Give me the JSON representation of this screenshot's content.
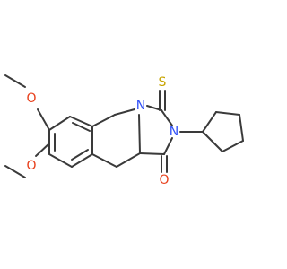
{
  "colors": {
    "bond": "#3a3a3a",
    "oxygen": "#e8401c",
    "nitrogen": "#3050f8",
    "sulfur": "#c8a400"
  },
  "atoms": [
    {
      "id": "O_top",
      "element": "O",
      "label": "O"
    },
    {
      "id": "O_bottom",
      "element": "O",
      "label": "O"
    },
    {
      "id": "O_carbonyl",
      "element": "O",
      "label": "O"
    },
    {
      "id": "N_ring_fusion",
      "element": "N",
      "label": "N"
    },
    {
      "id": "N_imide",
      "element": "N",
      "label": "N"
    },
    {
      "id": "S_thione",
      "element": "S",
      "label": "S"
    }
  ]
}
